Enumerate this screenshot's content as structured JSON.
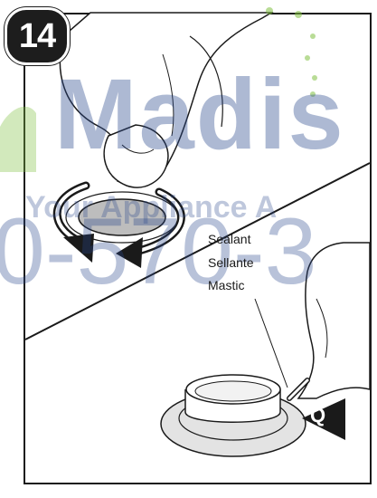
{
  "step": {
    "number": "14"
  },
  "callouts": {
    "sealant_en": "Sealant",
    "sealant_it": "Sellante",
    "sealant_fr": "Mastic"
  },
  "markers": {
    "part_letter": "Q"
  },
  "watermark": {
    "name": "Madis",
    "tagline": "Your Appliance A",
    "phone": "0-570-3",
    "colors": {
      "text": "#28468c",
      "dots": "#7fbf3f"
    }
  },
  "icons": [
    "rotation-arrows-icon",
    "pointer-arrow-icon"
  ]
}
